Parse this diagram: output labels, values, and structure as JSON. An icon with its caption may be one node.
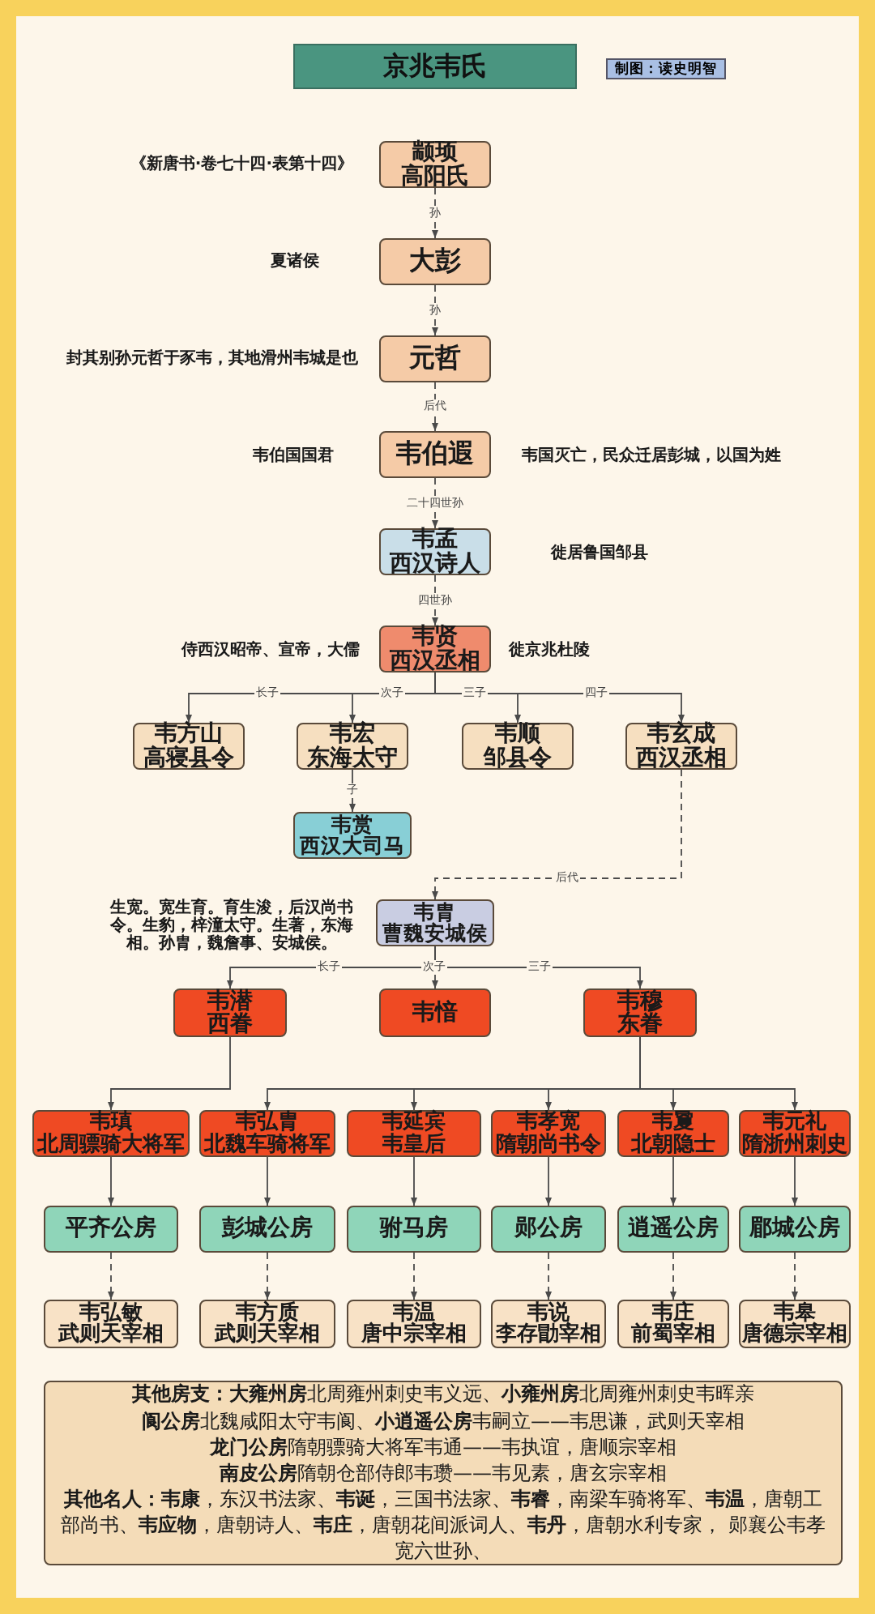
{
  "diagram": {
    "title": "京兆韦氏",
    "nodes": [
      {
        "text": [
          "颛顼",
          "高阳氏"
        ],
        "beside": [
          "《新唐书·卷七十四·表第十四》"
        ]
      },
      {
        "text": [
          "大彭"
        ],
        "beside": [
          "夏诸侯"
        ]
      },
      {
        "text": [
          "元哲"
        ],
        "beside": [
          "封其别孙元哲于豕韦，其地滑州韦城是也"
        ]
      },
      {
        "text": [
          "韦伯遐"
        ],
        "beside": [
          "韦伯国国君",
          "韦国灭亡，民众迁居彭城，以国为姓"
        ]
      },
      {
        "text": [
          "韦孟",
          "西汉诗人"
        ],
        "beside": [
          "徙居鲁国邹县"
        ]
      },
      {
        "text": [
          "韦贤",
          "西汉丞相"
        ],
        "beside": [
          "侍西汉昭帝、宣帝，大儒",
          "徙京兆杜陵"
        ]
      },
      {
        "text": [
          "韦方山",
          "高寝县令"
        ]
      },
      {
        "text": [
          "韦宏",
          "东海太守"
        ]
      },
      {
        "text": [
          "韦顺",
          "邹县令"
        ]
      },
      {
        "text": [
          "韦玄成",
          "西汉丞相"
        ]
      },
      {
        "text": [
          "韦赏",
          "西汉大司马"
        ]
      },
      {
        "text": [
          "韦胄",
          "曹魏安城侯"
        ],
        "beside": [
          "生宽。宽生育。育生浚，后汉尚书令。生豹，梓潼太守。生著，东海相。孙胄，魏詹事、安城侯。"
        ]
      },
      {
        "text": [
          "韦潜",
          "西眷"
        ]
      },
      {
        "text": [
          "韦愔"
        ]
      },
      {
        "text": [
          "韦穆",
          "东眷"
        ]
      },
      {
        "text": [
          "韦瑱",
          "北周骠骑大将军"
        ]
      },
      {
        "text": [
          "韦弘胄",
          "北魏车骑将军"
        ]
      },
      {
        "text": [
          "韦延宾",
          "韦皇后"
        ]
      },
      {
        "text": [
          "韦孝宽",
          "隋朝尚书令"
        ]
      },
      {
        "text": [
          "韦夐",
          "北朝隐士"
        ]
      },
      {
        "text": [
          "韦元礼",
          "隋浙州刺史"
        ]
      },
      {
        "text": [
          "平齐公房"
        ]
      },
      {
        "text": [
          "彭城公房"
        ]
      },
      {
        "text": [
          "驸马房"
        ]
      },
      {
        "text": [
          "郧公房"
        ]
      },
      {
        "text": [
          "逍遥公房"
        ]
      },
      {
        "text": [
          "郿城公房"
        ]
      },
      {
        "text": [
          "韦弘敏",
          "武则天宰相"
        ]
      },
      {
        "text": [
          "韦方质",
          "武则天宰相"
        ]
      },
      {
        "text": [
          "韦温",
          "唐中宗宰相"
        ]
      },
      {
        "text": [
          "韦说",
          "李存勖宰相"
        ]
      },
      {
        "text": [
          "韦庄",
          "前蜀宰相"
        ]
      },
      {
        "text": [
          "韦皋",
          "唐德宗宰相"
        ]
      },
      {
        "text": [
          "**其他房支：大雍州房**北周雍州刺史韦义远、**小雍州房**北周雍州刺史韦晖亲",
          "**阆公房**北魏咸阳太守韦阆、**小逍遥公房**韦嗣立——韦思谦，武则天宰相",
          "**龙门公房**隋朝骠骑大将军韦通——韦执谊，唐顺宗宰相",
          "**南皮公房**隋朝仓部侍郎韦瓒——韦见素，唐玄宗宰相",
          "**其他名人：韦康**，东汉书法家、**韦诞**，三国书法家、**韦睿**，南梁车骑将军、**韦温**，唐朝工部尚书、**韦应物**，唐朝诗人、**韦庄**，唐朝花间派词人、**韦丹**，唐朝水利专家， 郧襄公韦孝宽六世孙、"
        ]
      }
    ],
    "edges": [
      {
        "from": 0,
        "to": 1,
        "arrow": "to",
        "label": "孙",
        "style": "dashed"
      },
      {
        "from": 1,
        "to": 2,
        "arrow": "to",
        "label": "孙",
        "style": "dashed"
      },
      {
        "from": 2,
        "to": 3,
        "arrow": "to",
        "label": "后代",
        "style": "dashed"
      },
      {
        "from": 3,
        "to": 4,
        "arrow": "to",
        "label": "二十四世孙",
        "style": "dashed"
      },
      {
        "from": 4,
        "to": 5,
        "arrow": "to",
        "label": "四世孙",
        "style": "dashed"
      },
      {
        "from": 5,
        "to": 6,
        "arrow": "to",
        "label": "长子"
      },
      {
        "from": 5,
        "to": 7,
        "arrow": "to",
        "label": "次子"
      },
      {
        "from": 5,
        "to": 8,
        "arrow": "to",
        "label": "三子"
      },
      {
        "from": 5,
        "to": 9,
        "arrow": "to",
        "label": "四子"
      },
      {
        "from": 7,
        "to": 10,
        "arrow": "to",
        "label": "子"
      },
      {
        "from": 9,
        "to": 11,
        "arrow": "to",
        "label": "后代",
        "style": "dashed"
      },
      {
        "from": 11,
        "to": 12,
        "arrow": "to",
        "label": "长子"
      },
      {
        "from": 11,
        "to": 13,
        "arrow": "to",
        "label": "次子"
      },
      {
        "from": 11,
        "to": 14,
        "arrow": "to",
        "label": "三子"
      },
      {
        "from": 12,
        "to": 15,
        "arrow": "to"
      },
      {
        "from": 14,
        "to": 16,
        "arrow": "to"
      },
      {
        "from": 14,
        "to": 17,
        "arrow": "to"
      },
      {
        "from": 14,
        "to": 18,
        "arrow": "to"
      },
      {
        "from": 14,
        "to": 19,
        "arrow": "to"
      },
      {
        "from": 14,
        "to": 20,
        "arrow": "to"
      },
      {
        "from": 15,
        "to": 21,
        "arrow": "to"
      },
      {
        "from": 16,
        "to": 22,
        "arrow": "to"
      },
      {
        "from": 17,
        "to": 23,
        "arrow": "to"
      },
      {
        "from": 18,
        "to": 24,
        "arrow": "to"
      },
      {
        "from": 19,
        "to": 25,
        "arrow": "to"
      },
      {
        "from": 20,
        "to": 26,
        "arrow": "to"
      },
      {
        "from": 21,
        "to": 27,
        "arrow": "to",
        "style": "dashed"
      },
      {
        "from": 22,
        "to": 28,
        "arrow": "to",
        "style": "dashed"
      },
      {
        "from": 23,
        "to": 29,
        "arrow": "to",
        "style": "dashed"
      },
      {
        "from": 24,
        "to": 30,
        "arrow": "to",
        "style": "dashed"
      },
      {
        "from": 25,
        "to": 31,
        "arrow": "to",
        "style": "dashed"
      },
      {
        "from": 26,
        "to": 32,
        "arrow": "to",
        "style": "dashed"
      }
    ],
    "labels": [
      "制图：读史明智"
    ]
  }
}
